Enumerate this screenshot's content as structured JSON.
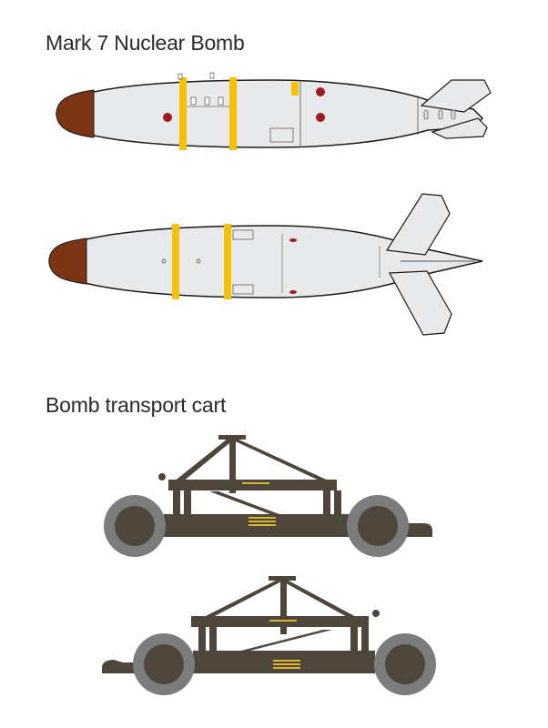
{
  "titles": {
    "bomb": "Mark 7 Nuclear Bomb",
    "cart": "Bomb transport cart"
  },
  "colors": {
    "background": "#ffffff",
    "bomb_body": "#e8e9ea",
    "nose": "#7b3414",
    "band_yellow": "#f4c20d",
    "outline": "#1a1a1a",
    "marker_red": "#9b1c1c",
    "cart_body": "#4e463a",
    "cart_dark": "#3a342b",
    "tire": "#7c7c7c",
    "stencil": "#d9b531"
  },
  "figures": [
    {
      "id": "bomb-side-view",
      "label": "Mark 7 side view"
    },
    {
      "id": "bomb-top-view",
      "label": "Mark 7 top view"
    },
    {
      "id": "cart-view-1",
      "label": "Transport cart, tow bar right"
    },
    {
      "id": "cart-view-2",
      "label": "Transport cart, tow bar left"
    }
  ]
}
